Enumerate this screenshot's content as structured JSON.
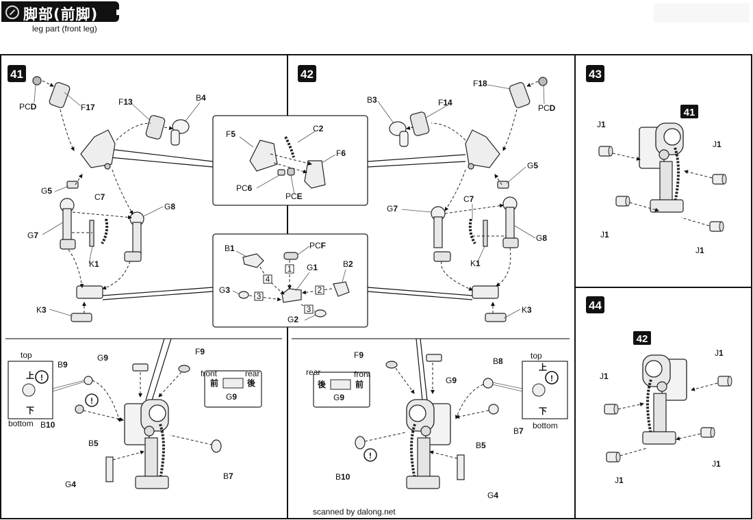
{
  "header": {
    "title": "脚部(前脚)",
    "subtitle": "leg part (front leg)"
  },
  "steps": {
    "s41": {
      "number": "41",
      "labels": {
        "pc_d": "PC",
        "pc_d_num": "D",
        "f17": "F",
        "f17_num": "17",
        "f13": "F",
        "f13_num": "13",
        "b4": "B",
        "b4_num": "4",
        "g5": "G",
        "g5_num": "5",
        "c7": "C",
        "c7_num": "7",
        "g8": "G",
        "g8_num": "8",
        "g7": "G",
        "g7_num": "7",
        "k1": "K",
        "k1_num": "1",
        "k3": "K",
        "k3_num": "3"
      }
    },
    "s42": {
      "number": "42",
      "labels": {
        "f18": "F",
        "f18_num": "18",
        "pc_d": "PC",
        "pc_d_num": "D",
        "b3": "B",
        "b3_num": "3",
        "f14": "F",
        "f14_num": "14",
        "g5": "G",
        "g5_num": "5",
        "g7": "G",
        "g7_num": "7",
        "c7": "C",
        "c7_num": "7",
        "g8": "G",
        "g8_num": "8",
        "k1": "K",
        "k1_num": "1",
        "k3": "K",
        "k3_num": "3"
      }
    },
    "s43": {
      "number": "43",
      "ref": "41",
      "j_label": "J",
      "j_num": "1"
    },
    "s44": {
      "number": "44",
      "ref": "42",
      "j_label": "J",
      "j_num": "1"
    }
  },
  "inset_hip": {
    "f5": "F",
    "f5_num": "5",
    "c2": "C",
    "c2_num": "2",
    "f6": "F",
    "f6_num": "6",
    "pc6": "PC",
    "pc6_num": "6",
    "pce": "PC",
    "pce_num": "E"
  },
  "inset_foot": {
    "b1": "B",
    "b1_num": "1",
    "pcf": "PC",
    "pcf_num": "F",
    "g1": "G",
    "g1_num": "1",
    "b2": "B",
    "b2_num": "2",
    "g3": "G",
    "g3_num": "3",
    "g2": "G",
    "g2_num": "2",
    "order": [
      "1",
      "2",
      "3",
      "3",
      "4"
    ]
  },
  "lower_left": {
    "top": "top",
    "top_cjk": "上",
    "bottom": "bottom",
    "bottom_cjk": "下",
    "b9": "B",
    "b9_num": "9",
    "b10": "B",
    "b10_num": "10",
    "g9": "G",
    "g9_num": "9",
    "f9": "F",
    "f9_num": "9",
    "front": "front",
    "front_cjk": "前",
    "rear": "rear",
    "rear_cjk": "後",
    "b5": "B",
    "b5_num": "5",
    "b7": "B",
    "b7_num": "7",
    "g4": "G",
    "g4_num": "4",
    "caution": "!"
  },
  "lower_right": {
    "top": "top",
    "top_cjk": "上",
    "bottom": "bottom",
    "bottom_cjk": "下",
    "b8": "B",
    "b8_num": "8",
    "b7": "B",
    "b7_num": "7",
    "g9": "G",
    "g9_num": "9",
    "f9": "F",
    "f9_num": "9",
    "front": "front",
    "front_cjk": "前",
    "rear": "rear",
    "rear_cjk": "後",
    "b5": "B",
    "b5_num": "5",
    "b10": "B",
    "b10_num": "10",
    "g4": "G",
    "g4_num": "4",
    "caution": "!"
  },
  "watermark": "scanned by dalong.net"
}
